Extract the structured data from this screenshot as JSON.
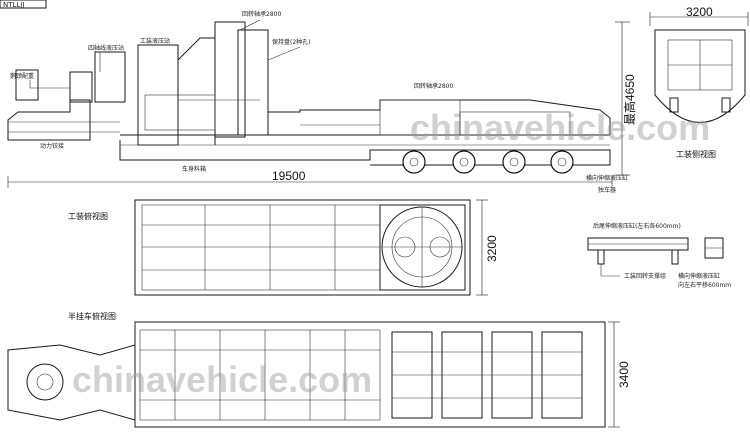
{
  "corner_code": "NTLLJJ",
  "dimensions": {
    "overall_length": "19500",
    "side_width": "3200",
    "top_width": "3200",
    "plan_width": "3400",
    "height": "最高4650",
    "turntable_dia_top": "回转轴承2800",
    "turntable_dia_mid": "回转轴承2800"
  },
  "labels": {
    "gooseneck_weight": "鹅颈配重",
    "four_axle_pump": "四轴线液压站",
    "tooling_pump": "工装液压站",
    "holder_note": "保持盘(2种孔)",
    "power_hinge": "动力铰接",
    "frame_body": "车身料箱",
    "rear_cylinder": "横向伸缩液压缸",
    "axle_arm": "独车器",
    "side_view_title": "工装侧视图",
    "tooling_top_title": "工装俯视图",
    "plan_view_title": "半挂车俯视图",
    "rear_detail_a": "后尾伸缩液压缸(左右各600mm)",
    "rear_detail_b": "横向伸缩液压缸",
    "rear_detail_c": "向左右平移600mm",
    "rear_detail_d": "工装回转支撑组"
  },
  "watermark": "chinavehicle.com",
  "colors": {
    "line": "#1a1a1a",
    "watermark": "#9a9a9a",
    "background": "#ffffff"
  }
}
